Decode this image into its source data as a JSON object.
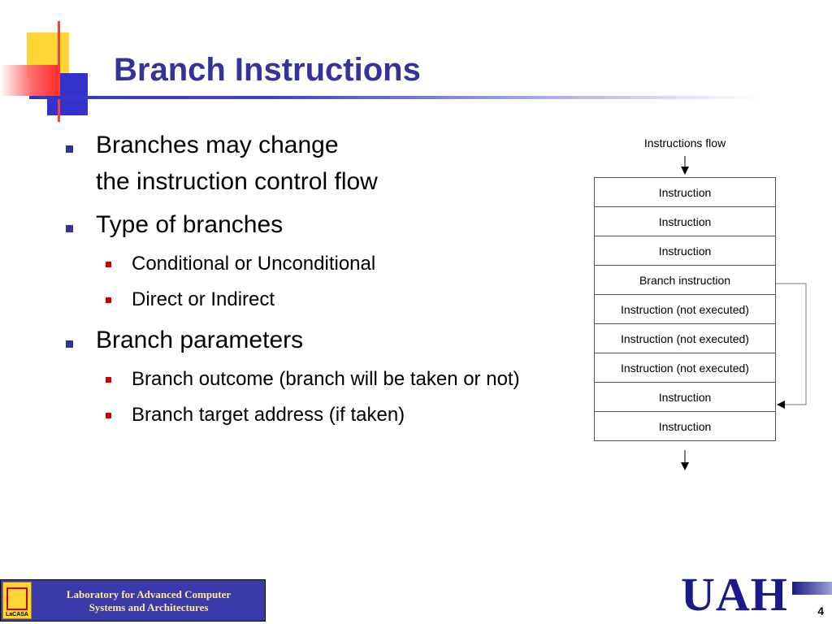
{
  "slide": {
    "title": "Branch Instructions",
    "page_number": "4"
  },
  "bullets": {
    "b1_line1": "Branches may change",
    "b1_line2": "the instruction control flow",
    "b2": "Type of branches",
    "b2_sub1": "Conditional or Unconditional",
    "b2_sub2": "Direct or Indirect",
    "b3": "Branch parameters",
    "b3_sub1": "Branch outcome (branch will be taken or not)",
    "b3_sub2": "Branch target address (if taken)"
  },
  "diagram": {
    "flow_label": "Instructions flow",
    "boxes": [
      "Instruction",
      "Instruction",
      "Instruction",
      "Branch instruction",
      "Instruction (not executed)",
      "Instruction (not executed)",
      "Instruction (not executed)",
      "Instruction",
      "Instruction"
    ]
  },
  "footer": {
    "lab_line1": "Laboratory for Advanced Computer",
    "lab_line2": "Systems and Architectures",
    "logo_text": "LaCASA",
    "university": "UAH"
  },
  "colors": {
    "title": "#33339a",
    "bullet_l1": "#33339a",
    "bullet_l2": "#cc0000",
    "footer_bg": "#3a3aa8",
    "accent_yellow": "#ffd633",
    "accent_red": "#ff3b3b"
  }
}
